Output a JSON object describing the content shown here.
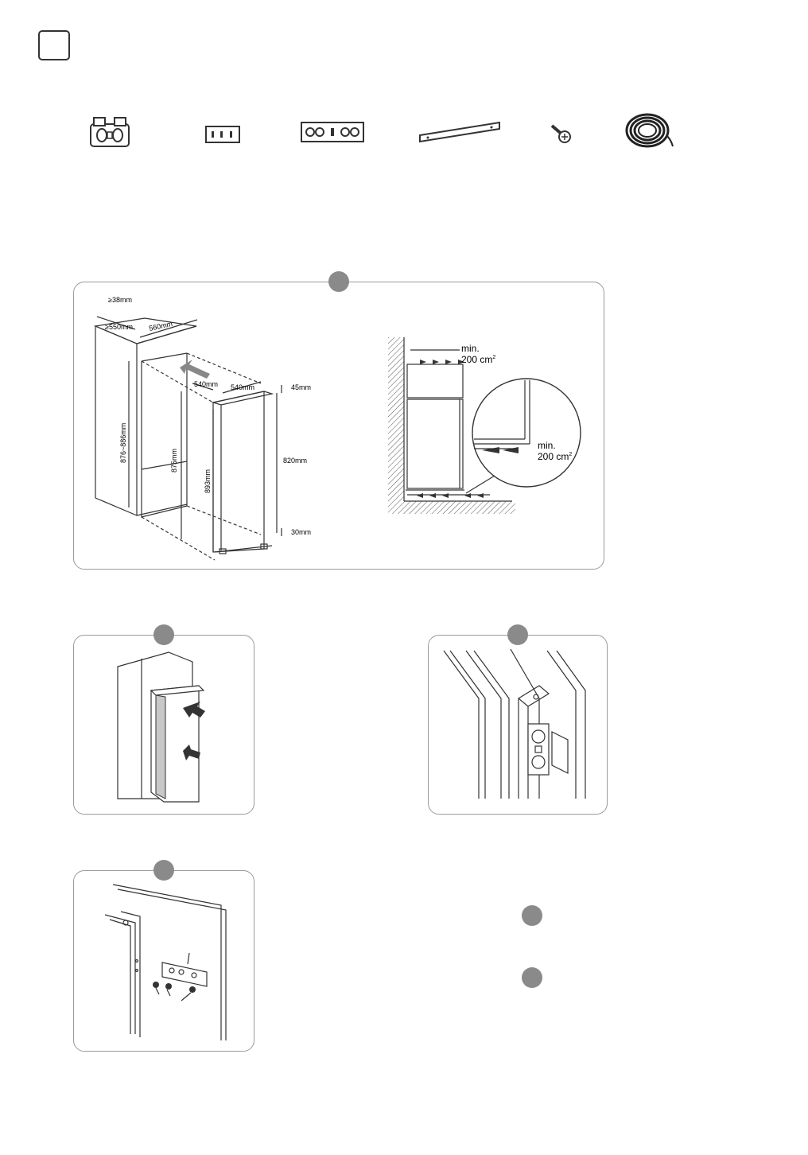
{
  "dimensions": {
    "gap_top": "≥38mm",
    "cabinet_depth": "≥550mm",
    "cabinet_width": "560mm",
    "appliance_width": "540mm",
    "appliance_depth": "540mm",
    "top_clearance": "45mm",
    "niche_height": "876~886mm",
    "appliance_height": "875mm",
    "total_height": "893mm",
    "door_height": "820mm",
    "bottom_clearance": "30mm"
  },
  "ventilation": {
    "min_label": "min.",
    "area_label": "200 cm",
    "area_sup": "2"
  },
  "colors": {
    "line": "#333333",
    "badge": "#8a8a8a",
    "panel_border": "#9a9a9a",
    "door_panel": "#c8c8c8"
  }
}
